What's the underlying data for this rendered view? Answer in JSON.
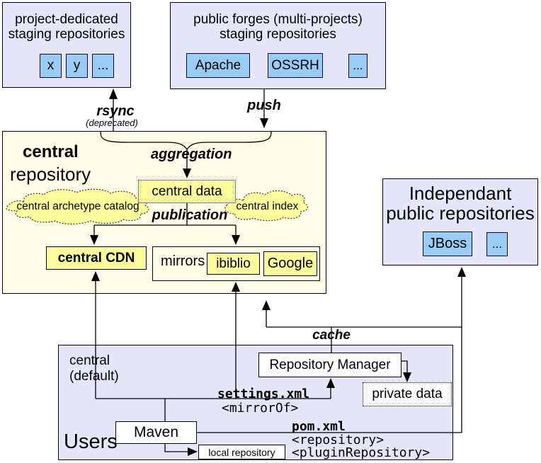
{
  "colors": {
    "staging_box_fill": "#e6e6fa",
    "central_repo_fill": "#fffde8",
    "data_box_fill": "#fcfc9c",
    "repo_chip_fill": "#99ccf5"
  },
  "project_staging": {
    "title_line1": "project-dedicated",
    "title_line2": "staging repositories",
    "items": [
      "x",
      "y",
      "..."
    ]
  },
  "public_forges": {
    "title_line1": "public forges (multi-projects)",
    "title_line2": "staging repositories",
    "items": [
      "Apache",
      "OSSRH",
      "..."
    ]
  },
  "independant": {
    "title_line1": "Independant",
    "title_line2": "public repositories",
    "items": [
      "JBoss",
      "..."
    ]
  },
  "central": {
    "title_line1": "central",
    "title_line2": "repository",
    "data_box": "central data",
    "archetype_catalog": "central archetype catalog",
    "index_cloud": "central index",
    "cdn": "central CDN",
    "mirrors_label": "mirrors",
    "mirror_items": [
      "ibiblio",
      "Google"
    ]
  },
  "users": {
    "label": "Users",
    "central_default_line1": "central",
    "central_default_line2": "(default)",
    "repository_manager": "Repository Manager",
    "private_data": "private data",
    "maven": "Maven",
    "local_repository": "local repository"
  },
  "labels": {
    "rsync": "rsync",
    "rsync_note": "(deprecated)",
    "push": "push",
    "aggregation": "aggregation",
    "publication": "publication",
    "cache": "cache",
    "settings_xml": "settings.xml",
    "mirror_of": "<mirrorOf>",
    "pom_xml": "pom.xml",
    "repository_tag": "<repository>",
    "plugin_repository_tag": "<pluginRepository>"
  }
}
